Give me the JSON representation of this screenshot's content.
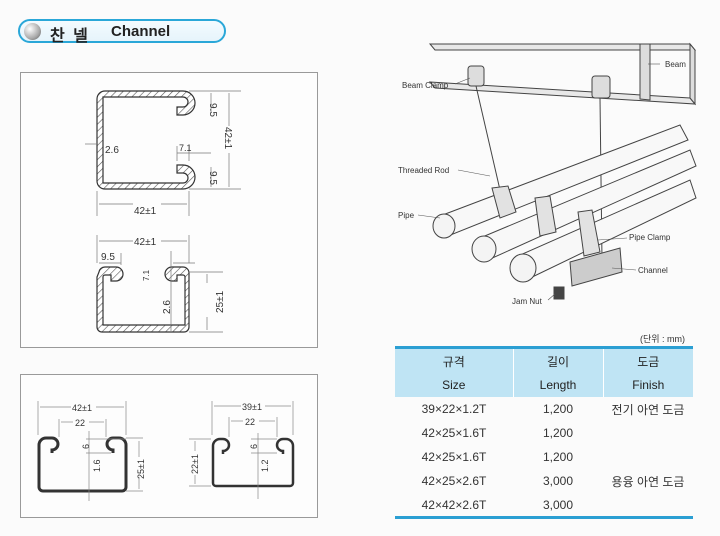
{
  "header": {
    "title_ko": "찬  넬",
    "title_en": "Channel"
  },
  "drawing_a": {
    "top_shape": {
      "lip_top": "9.5",
      "height": "42±1",
      "thickness": "2.6",
      "opening": "7.1",
      "lip_bottom": "9.5",
      "width": "42±1"
    },
    "bottom_shape": {
      "width": "42±1",
      "lip": "9.5",
      "opening": "7.1",
      "thickness": "2.6",
      "height": "25±1"
    }
  },
  "drawing_b": {
    "left_shape": {
      "width": "42±1",
      "opening": "22",
      "lip": "6",
      "thickness": "1.6",
      "height": "25±1"
    },
    "right_shape": {
      "width": "39±1",
      "opening": "22",
      "lip": "6",
      "thickness": "1.2",
      "height": "22±1"
    }
  },
  "illustration": {
    "labels": {
      "beam": "Beam",
      "beam_clamp": "Beam Clamp",
      "threaded_rod": "Threaded Rod",
      "pipe": "Pipe",
      "pipe_clamp": "Pipe Clamp",
      "channel": "Channel",
      "jam_nut": "Jam Nut"
    }
  },
  "table": {
    "unit": "(단위 : mm)",
    "headers": [
      {
        "ko": "규격",
        "en": "Size"
      },
      {
        "ko": "길이",
        "en": "Length"
      },
      {
        "ko": "도금",
        "en": "Finish"
      }
    ],
    "rows": [
      {
        "size": "39×22×1.2T",
        "length": "1,200",
        "finish": "전기 아연 도금"
      },
      {
        "size": "42×25×1.6T",
        "length": "1,200",
        "finish": ""
      },
      {
        "size": "42×25×1.6T",
        "length": "1,200",
        "finish": ""
      },
      {
        "size": "42×25×2.6T",
        "length": "3,000",
        "finish": "용융 아연 도금"
      },
      {
        "size": "42×42×2.6T",
        "length": "3,000",
        "finish": ""
      }
    ]
  },
  "colors": {
    "accent": "#2b9fd3",
    "header_bg": "#bfe4f4"
  }
}
